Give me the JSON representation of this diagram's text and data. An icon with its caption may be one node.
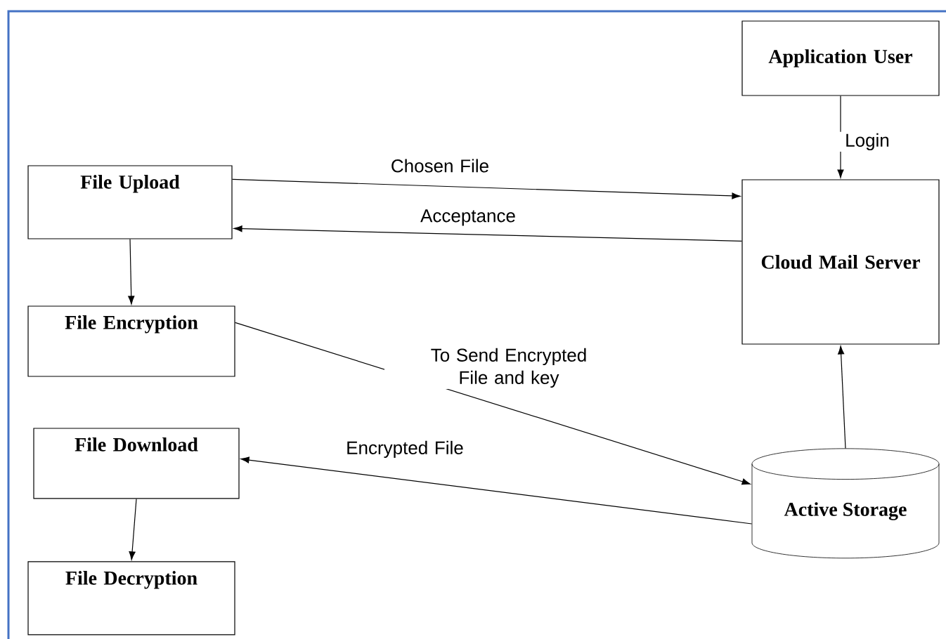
{
  "diagram": {
    "nodes": [
      {
        "text": [
          "Application User"
        ]
      },
      {
        "text": [
          "File Upload"
        ]
      },
      {
        "text": [
          "Cloud Mail Server"
        ]
      },
      {
        "text": [
          "File Encryption"
        ]
      },
      {
        "text": [
          "File Download"
        ]
      },
      {
        "text": [
          "File Decryption"
        ]
      },
      {
        "text": [
          "Active Storage"
        ]
      }
    ],
    "edges": [
      {
        "from": 0,
        "to": 2,
        "arrow": "to",
        "label": "Login"
      },
      {
        "from": 1,
        "to": 2,
        "arrow": "to",
        "label": "Chosen File"
      },
      {
        "from": 2,
        "to": 1,
        "arrow": "to",
        "label": "Acceptance"
      },
      {
        "from": 1,
        "to": 3,
        "arrow": "to"
      },
      {
        "from": 3,
        "to": 6,
        "arrow": "to",
        "label": "To Send Encrypted File and key"
      },
      {
        "from": 6,
        "to": 4,
        "arrow": "to",
        "label": "Encrypted File"
      },
      {
        "from": 4,
        "to": 5,
        "arrow": "to"
      },
      {
        "from": 6,
        "to": 2,
        "arrow": "to"
      }
    ]
  }
}
